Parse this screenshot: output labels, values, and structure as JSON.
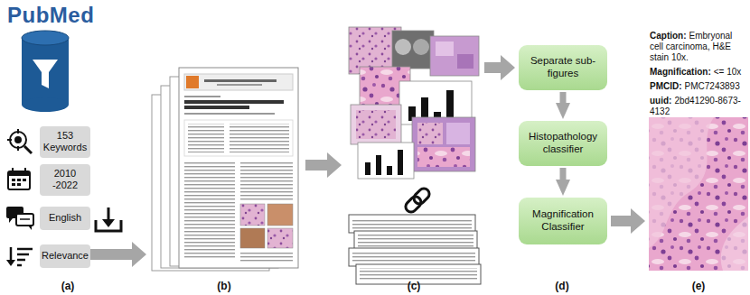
{
  "diagram": {
    "nodes": [
      {
        "text": [
          "153 Keywords"
        ]
      },
      {
        "text": [
          "2010 -2022"
        ]
      },
      {
        "text": [
          "English"
        ]
      },
      {
        "text": [
          "Relevance"
        ]
      },
      {
        "text": [
          "Separate sub-figures"
        ]
      },
      {
        "text": [
          "Histopathology classifier"
        ]
      },
      {
        "text": [
          "Magnification Classifier"
        ]
      }
    ],
    "edges": [
      {
        "from": 4,
        "to": 5,
        "arrow": "to"
      },
      {
        "from": 5,
        "to": 6,
        "arrow": "to"
      }
    ],
    "labels": [
      "PubMed",
      "(a)",
      "(b)",
      "(c)",
      "(d)",
      "(e)",
      "Caption:",
      "Embryonal cell carcinoma, H&E stain 10x.",
      "Magnification:",
      "<= 10x",
      "PMCID:",
      "PMC7243893",
      "uuid:",
      "2bd41290-8673-4132"
    ]
  }
}
